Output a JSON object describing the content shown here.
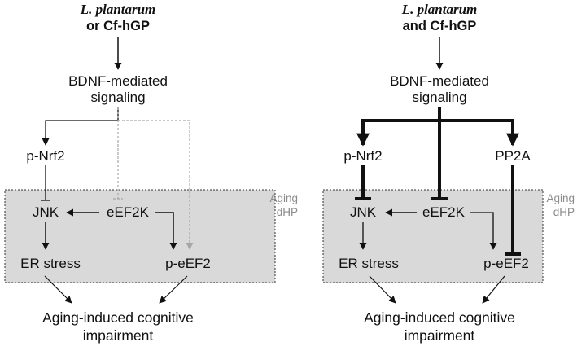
{
  "colors": {
    "box_fill": "#d9d9d9",
    "box_border": "#333333",
    "line": "#111111",
    "faded_line": "#a6a6a6",
    "label_grey": "#8c8c8c"
  },
  "left": {
    "species": "L. plantarum",
    "condition": "or Cf-hGP",
    "signal_line1": "BDNF-mediated",
    "signal_line2": "signaling",
    "nrf2": "p-Nrf2",
    "jnk": "JNK",
    "eef2k": "eEF2K",
    "er_stress": "ER stress",
    "peef2": "p-eEF2",
    "region_line1": "Aging",
    "region_line2": "dHP",
    "outcome_line1": "Aging-induced cognitive",
    "outcome_line2": "impairment"
  },
  "right": {
    "species": "L. plantarum",
    "condition": "and Cf-hGP",
    "signal_line1": "BDNF-mediated",
    "signal_line2": "signaling",
    "nrf2": "p-Nrf2",
    "pp2a": "PP2A",
    "jnk": "JNK",
    "eef2k": "eEF2K",
    "er_stress": "ER stress",
    "peef2": "p-eEF2",
    "region_line1": "Aging",
    "region_line2": "dHP",
    "outcome_line1": "Aging-induced cognitive",
    "outcome_line2": "impairment"
  }
}
